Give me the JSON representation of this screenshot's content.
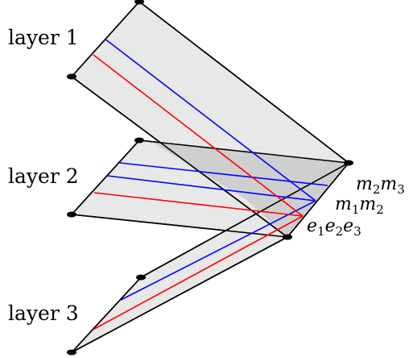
{
  "labels": {
    "layer1": "layer 1",
    "layer2": "layer 2",
    "layer3": "layer 3"
  },
  "math_labels": {
    "m2m3": {
      "a": "m",
      "a_sub": "2",
      "b": "m",
      "b_sub": "3"
    },
    "m1m2": {
      "a": "m",
      "a_sub": "1",
      "b": "m",
      "b_sub": "2"
    },
    "e1e2e3": {
      "a": "e",
      "a_sub": "1",
      "b": "e",
      "b_sub": "2",
      "c": "e",
      "c_sub": "3"
    }
  },
  "colors": {
    "sheet_fill": "#e8e8e8",
    "overlap_fill": "#cfcfcf",
    "edge": "#000000",
    "blue_path": "#0000ff",
    "red_path": "#ff0000"
  }
}
